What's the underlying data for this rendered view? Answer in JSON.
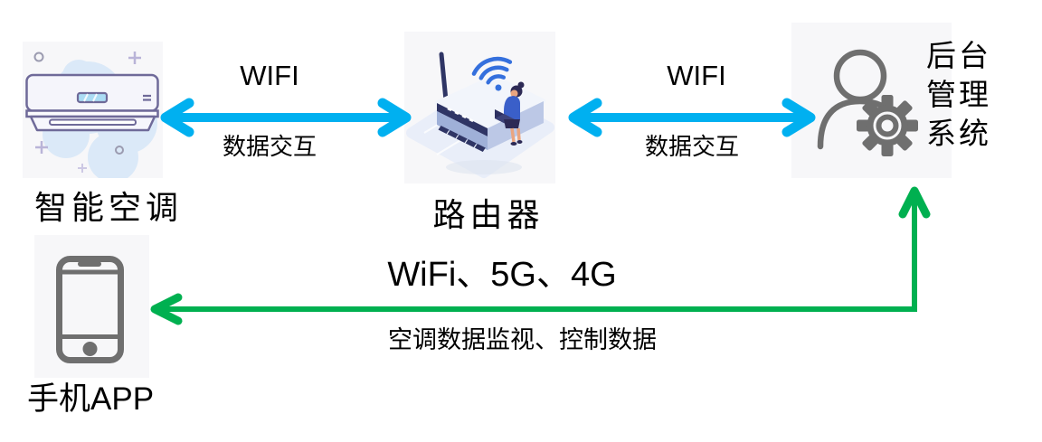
{
  "colors": {
    "arrow_blue": "#00B0F0",
    "arrow_green": "#00B050",
    "box_bg": "#f7f7f9",
    "outline_gray": "#6f6f6f",
    "text": "#000000"
  },
  "nodes": {
    "ac": {
      "label": "智能空调"
    },
    "router": {
      "label": "路由器"
    },
    "backend": {
      "line1": "后台",
      "line2": "管理",
      "line3": "系统"
    },
    "phone": {
      "label_zh": "手机",
      "label_latin": "APP"
    }
  },
  "links": {
    "ac_router": {
      "title": "WIFI",
      "subtitle": "数据交互"
    },
    "router_backend": {
      "title": "WIFI",
      "subtitle": "数据交互"
    },
    "backend_phone": {
      "title": "WiFi、5G、4G",
      "subtitle": "空调数据监视、控制数据"
    }
  }
}
